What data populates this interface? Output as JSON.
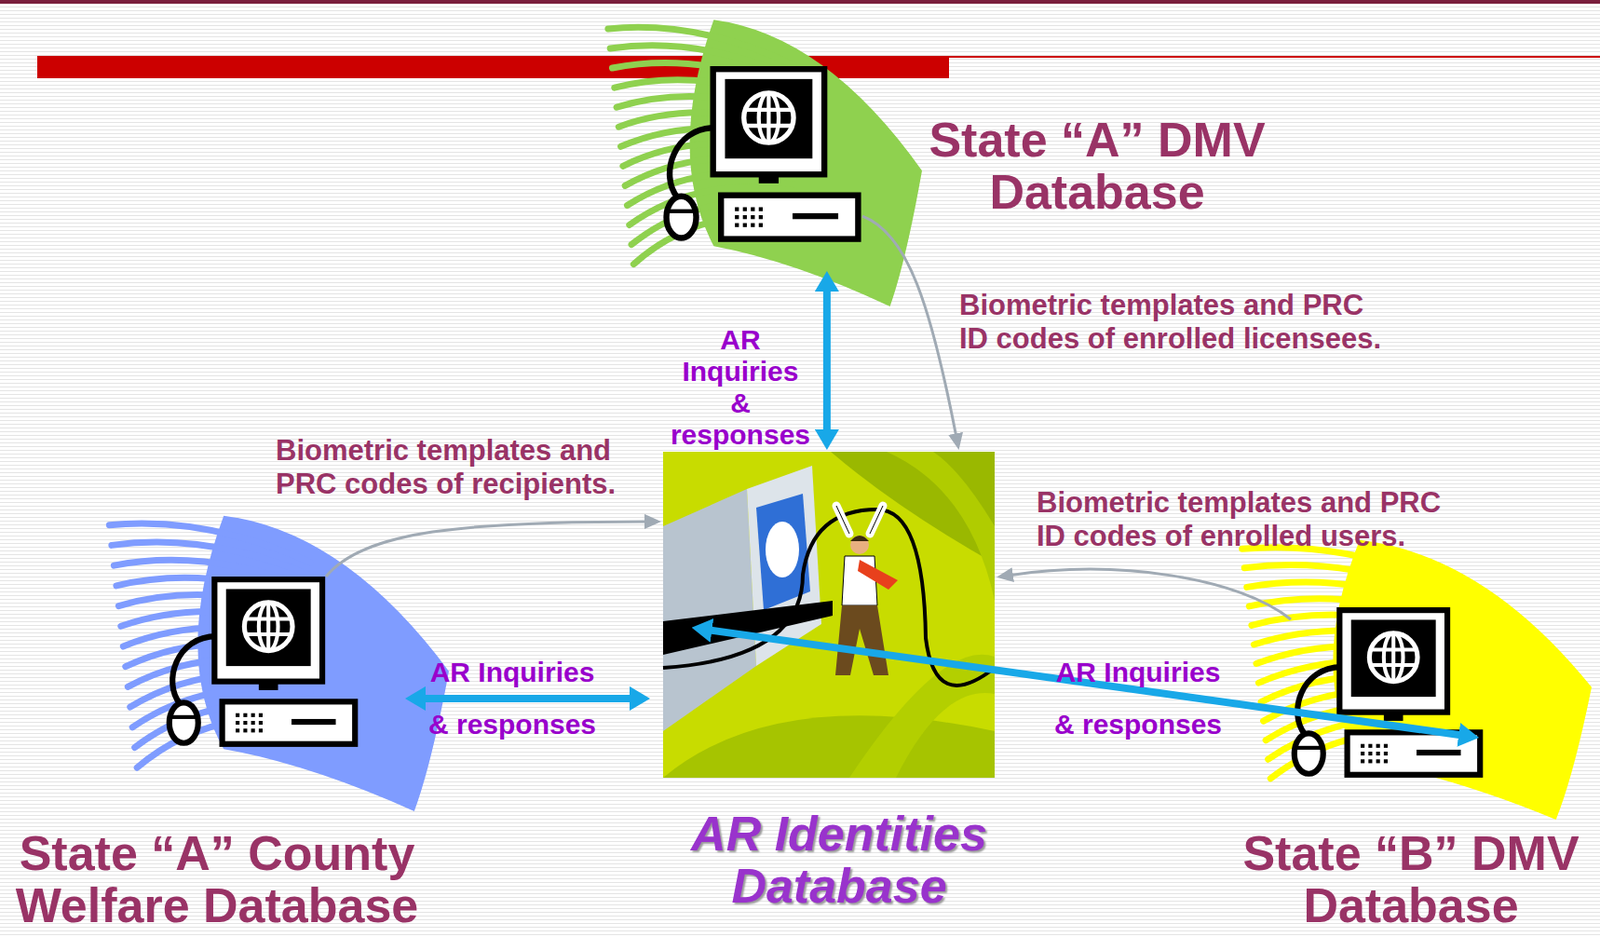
{
  "diagram": {
    "nodes": [
      {
        "text": [
          "State “A” DMV Database"
        ]
      },
      {
        "text": [
          "AR Identities Database"
        ]
      },
      {
        "text": [
          "State “A” County Welfare Database"
        ]
      },
      {
        "text": [
          "State “B” DMV Database"
        ]
      }
    ],
    "edges": [
      {
        "from": 0,
        "to": 1,
        "label": "AR Inquiries & responses",
        "arrow": "both"
      },
      {
        "from": 0,
        "to": 1,
        "label": "Biometric templates and PRC ID codes of enrolled licensees.",
        "arrow": "to"
      },
      {
        "from": 2,
        "to": 1,
        "label": "Biometric templates and PRC codes of recipients.",
        "arrow": "to"
      },
      {
        "from": 2,
        "to": 1,
        "label": "AR Inquiries & responses",
        "arrow": "both"
      },
      {
        "from": 3,
        "to": 1,
        "label": "Biometric templates and PRC ID codes of enrolled users.",
        "arrow": "to"
      },
      {
        "from": 3,
        "to": 1,
        "label": "AR Inquiries & responses",
        "arrow": "both"
      }
    ]
  }
}
